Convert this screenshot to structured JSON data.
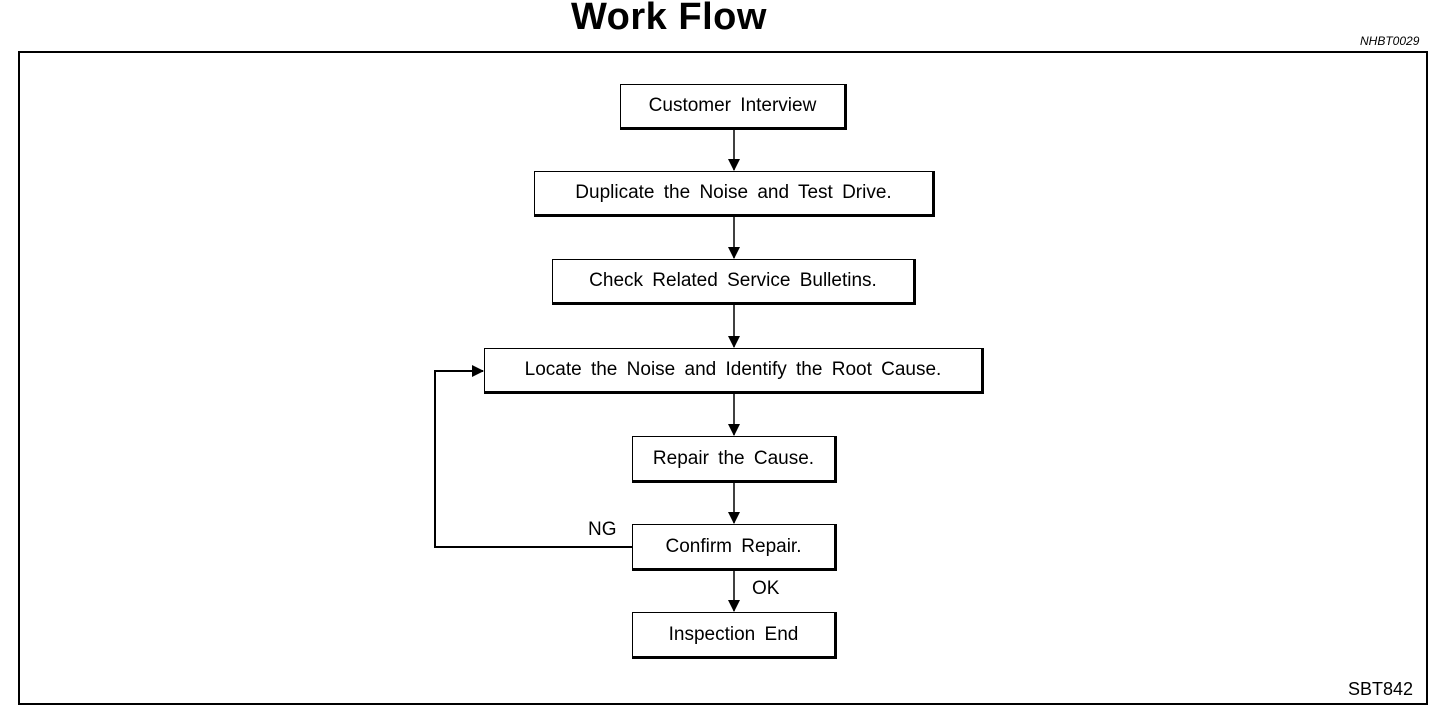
{
  "header": {
    "title": "Work Flow",
    "ref_code": "NHBT0029"
  },
  "flow": {
    "steps": [
      "Customer Interview",
      "Duplicate the Noise and Test Drive.",
      "Check Related Service Bulletins.",
      "Locate the Noise and Identify the Root Cause.",
      "Repair the Cause.",
      "Confirm Repair.",
      "Inspection End"
    ],
    "ng_label": "NG",
    "ok_label": "OK"
  },
  "footer": {
    "figure_code": "SBT842"
  }
}
